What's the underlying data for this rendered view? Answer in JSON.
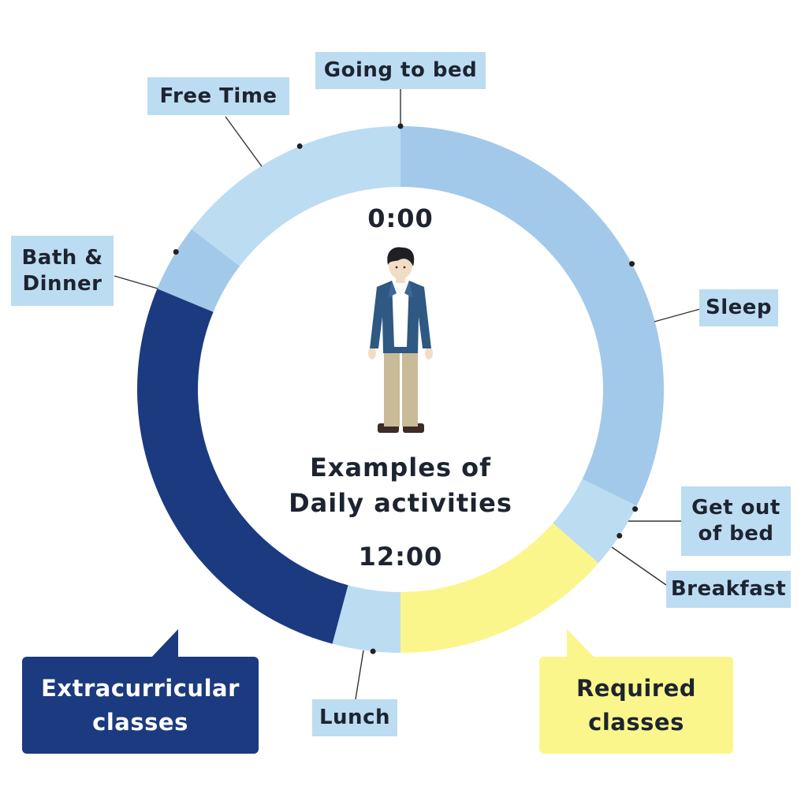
{
  "chart_data": {
    "type": "pie",
    "title": "Examples of Daily activities",
    "tick_labels": [
      "0:00",
      "12:00"
    ],
    "axis_range_hours": [
      0,
      24
    ],
    "segments": [
      {
        "label": "Sleep",
        "start": 0,
        "end": 7.75,
        "color": "#a2c9ea"
      },
      {
        "label": "Get out of bed",
        "start": 7.75,
        "end": 8.75,
        "color": "#bcdcf2"
      },
      {
        "label": "Required classes",
        "start": 8.75,
        "end": 12,
        "color": "#fbf68b"
      },
      {
        "label": "Lunch",
        "start": 12,
        "end": 13,
        "color": "#bcdcf2"
      },
      {
        "label": "Extracurricular classes",
        "start": 13,
        "end": 19.5,
        "color": "#1b3a80"
      },
      {
        "label": "Bath & Dinner",
        "start": 19.5,
        "end": 20.5,
        "color": "#a2c9ea"
      },
      {
        "label": "Free Time",
        "start": 20.5,
        "end": 24,
        "color": "#bcdcf2"
      }
    ],
    "markers": [
      {
        "label": "Going to bed",
        "time": 0
      },
      {
        "label": "Sleep",
        "time": 4.1
      },
      {
        "label": "Get out of bed",
        "time": 7.8
      },
      {
        "label": "Breakfast",
        "time": 8.25
      },
      {
        "label": "Lunch",
        "time": 12.4
      },
      {
        "label": "Bath & Dinner",
        "time": 20.1
      },
      {
        "label": "Free Time",
        "time": 22.5
      }
    ]
  },
  "labels": {
    "going_to_bed": "Going to bed",
    "free_time": "Free Time",
    "bath_dinner_1": "Bath &",
    "bath_dinner_2": "Dinner",
    "sleep": "Sleep",
    "get_out_1": "Get out",
    "get_out_2": "of bed",
    "breakfast": "Breakfast",
    "lunch": "Lunch"
  },
  "callouts": {
    "extracurricular_1": "Extracurricular",
    "extracurricular_2": "classes",
    "required_1": "Required",
    "required_2": "classes"
  },
  "center": {
    "time_top": "0:00",
    "time_bottom": "12:00",
    "title_1": "Examples of",
    "title_2": "Daily activities"
  },
  "colors": {
    "label_bg": "#bcdcf2",
    "navy": "#1b3a80",
    "yellow": "#fbf68b",
    "text": "#1d2430"
  },
  "icons": [
    "person-illustration"
  ]
}
